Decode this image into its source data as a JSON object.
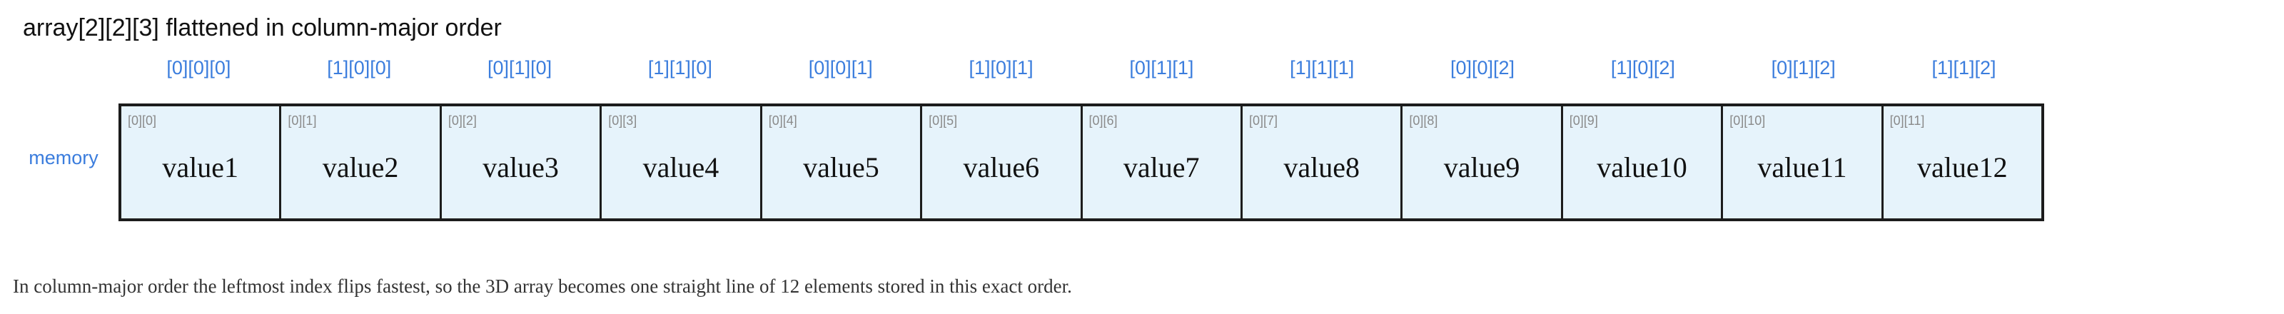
{
  "title": "array[2][2][3] flattened in column-major order",
  "row_label": "memory",
  "cells": [
    {
      "index": "[0][0][0]",
      "tag": "[0][0]",
      "value": "value1"
    },
    {
      "index": "[1][0][0]",
      "tag": "[0][1]",
      "value": "value2"
    },
    {
      "index": "[0][1][0]",
      "tag": "[0][2]",
      "value": "value3"
    },
    {
      "index": "[1][1][0]",
      "tag": "[0][3]",
      "value": "value4"
    },
    {
      "index": "[0][0][1]",
      "tag": "[0][4]",
      "value": "value5"
    },
    {
      "index": "[1][0][1]",
      "tag": "[0][5]",
      "value": "value6"
    },
    {
      "index": "[0][1][1]",
      "tag": "[0][6]",
      "value": "value7"
    },
    {
      "index": "[1][1][1]",
      "tag": "[0][7]",
      "value": "value8"
    },
    {
      "index": "[0][0][2]",
      "tag": "[0][8]",
      "value": "value9"
    },
    {
      "index": "[1][0][2]",
      "tag": "[0][9]",
      "value": "value10"
    },
    {
      "index": "[0][1][2]",
      "tag": "[0][10]",
      "value": "value11"
    },
    {
      "index": "[1][1][2]",
      "tag": "[0][11]",
      "value": "value12"
    }
  ],
  "caption": "In column-major order the leftmost index flips fastest, so the 3D array becomes one straight line of 12 elements stored in this exact order.",
  "colors": {
    "index_label": "#3b7ddd",
    "cell_fill": "#e6f3fb",
    "cell_border": "#1c1c1c",
    "tag_text": "#8a8a8a"
  }
}
